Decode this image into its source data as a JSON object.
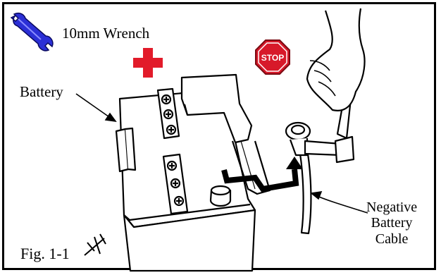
{
  "figure": {
    "tool_label": "10mm Wrench",
    "battery_label": "Battery",
    "cable_label_line1": "Negative",
    "cable_label_line2": "Battery",
    "cable_label_line3": "Cable",
    "fig_label": "Fig. 1-1",
    "stop_sign_text": "STOP"
  },
  "icons": {
    "tool": "wrench-icon",
    "positive": "plus-icon",
    "stop": "stop-sign-icon",
    "remove": "disconnect-icon"
  },
  "colors": {
    "wrench_blue": "#2b2fd6",
    "plus_red": "#e21b2a",
    "stop_red": "#d7192a"
  }
}
